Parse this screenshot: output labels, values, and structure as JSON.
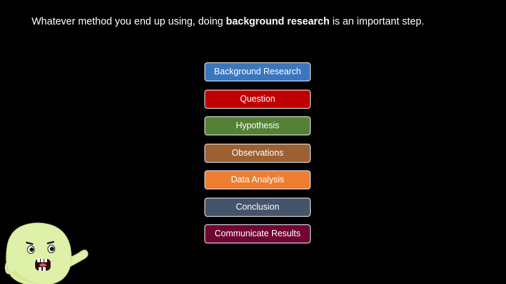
{
  "slide": {
    "intro": {
      "before": "Whatever method you end up using, doing ",
      "emphasis": "background research",
      "after": " is an important step."
    }
  },
  "steps": [
    {
      "label": "Background Research",
      "color": "#3a76bd"
    },
    {
      "label": "Question",
      "color": "#c00000"
    },
    {
      "label": "Hypothesis",
      "color": "#548235"
    },
    {
      "label": "Observations",
      "color": "#9c6033"
    },
    {
      "label": "Data Analysis",
      "color": "#ed7d31"
    },
    {
      "label": "Conclusion",
      "color": "#44546a"
    },
    {
      "label": "Communicate Results",
      "color": "#700535"
    }
  ],
  "mascot": {
    "icon": "green-blob-character-icon",
    "body_color": "#dff0a8"
  }
}
